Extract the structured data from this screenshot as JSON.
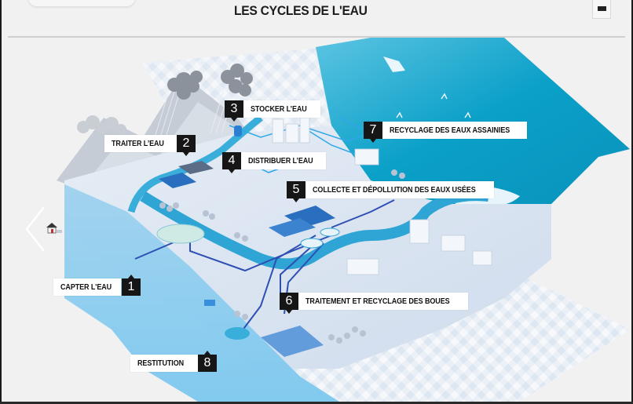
{
  "header": {
    "title": "LES CYCLES DE L'EAU",
    "menu_icon": "hamburger-menu-icon"
  },
  "navigation": {
    "prev_icon": "chevron-left-icon",
    "home_icon": "house-icon"
  },
  "colors": {
    "background": "#f1f1f1",
    "sea": "#0fa3c9",
    "river": "#3fb0d8",
    "pipes": "#2f4fb0",
    "label_number_bg": "#161616",
    "label_bg": "#ffffff"
  },
  "steps": [
    {
      "number": "1",
      "label": "CAPTER L'EAU"
    },
    {
      "number": "2",
      "label": "TRAITER L’EAU"
    },
    {
      "number": "3",
      "label": "STOCKER L’EAU"
    },
    {
      "number": "4",
      "label": "DISTRIBUER L’EAU"
    },
    {
      "number": "5",
      "label": "COLLECTE ET DÉPOLLUTION DES EAUX USÉES"
    },
    {
      "number": "6",
      "label": "TRAITEMENT ET RECYCLAGE DES BOUES"
    },
    {
      "number": "7",
      "label": "RECYCLAGE DES EAUX ASSAINIES"
    },
    {
      "number": "8",
      "label": "RESTITUTION"
    }
  ]
}
